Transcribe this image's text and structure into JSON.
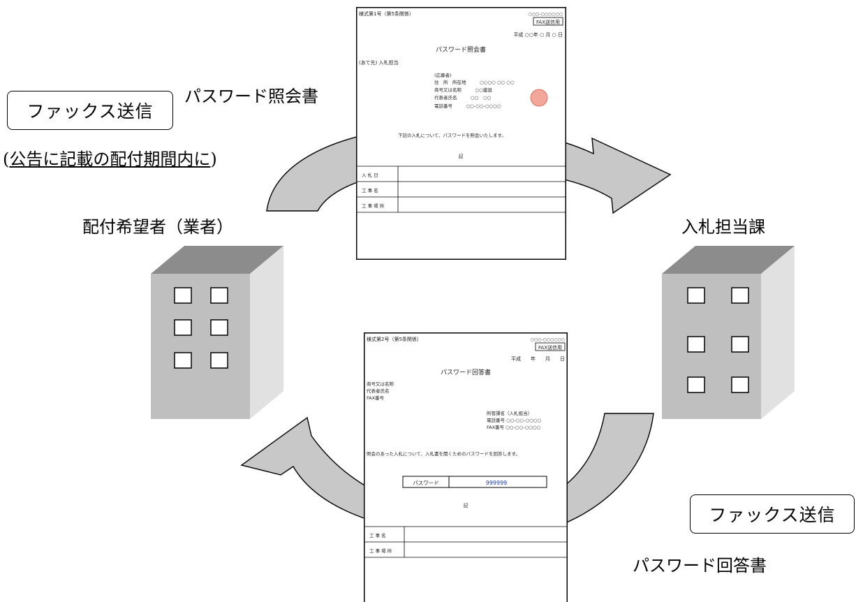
{
  "left_party": "配付希望者（業者）",
  "right_party": "入札担当課",
  "fax_send_top": "ファックス送信",
  "fax_send_bottom": "ファックス送信",
  "fax_note_open": "(",
  "fax_note": "公告に記載の配付期間内に",
  "fax_note_close": ")",
  "inquiry_doc_label": "パスワード照会書",
  "answer_doc_label": "パスワード回答書",
  "inquiry_form": {
    "header_left": "様式第1号（第5条関係）",
    "header_right": "○○○-○○○○○○",
    "header_box": "FAX送信用",
    "date": "平成 ○○年 ○ 月 ○ 日",
    "title": "パスワード照会書",
    "addressee": "(あて先) 入札担当",
    "applicant_head": "(応募者)",
    "applicant_address": "住　所　所在地　　　○○○○ ○○ ○○",
    "applicant_company": "商号又は名称　　　○○建設",
    "applicant_rep": "代表者氏名　　　○○　○○",
    "applicant_tel": "電話番号　　　○○-○○-○○○○",
    "note": "下記の入札について、パスワードを照会いたします。",
    "ki": "記",
    "rows": [
      "入 札 日",
      "工 事 名",
      "工 事 場 所"
    ]
  },
  "answer_form": {
    "header_left": "様式第2号（第5条関係）",
    "header_right": "○○○-○○○○○○",
    "header_box": "FAX送信用",
    "date": "平成　　年　　月　　日",
    "title": "パスワード回答書",
    "to_lines": [
      "商号又は名称",
      "代表者氏名",
      "FAX番号"
    ],
    "from_lines": [
      "所管課名（入札担当）",
      "電話番号 ○○-○○-○○○○",
      "FAX番号 ○○-○○-○○○○"
    ],
    "note": "照会のあった入札について、入札書を開くためのパスワードを回答します。",
    "pw_label": "パスワード",
    "pw_value": "999999",
    "ki": "記",
    "rows": [
      "工 事 名",
      "工 事 場 所"
    ]
  }
}
